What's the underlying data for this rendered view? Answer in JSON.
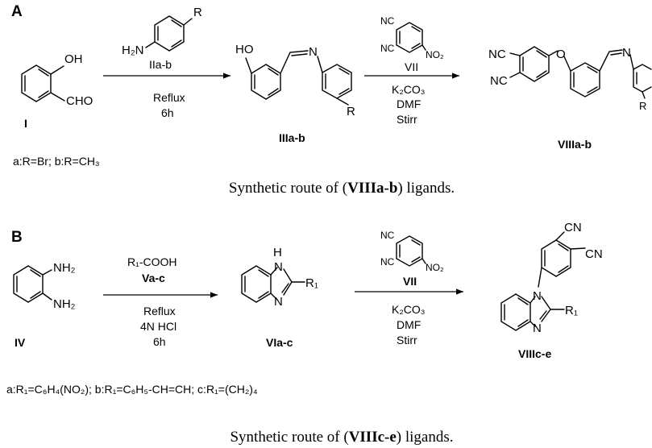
{
  "panel_a": {
    "label": "A",
    "compound_I": {
      "oh": "OH",
      "cho": "CHO",
      "id": "I"
    },
    "reagent_IIa_b": {
      "r": "R",
      "h2n": "H₂N",
      "id": "IIa-b"
    },
    "step1": {
      "cond1": "Reflux",
      "cond2": "6h"
    },
    "compound_IIIa_b": {
      "ho": "HO",
      "n": "N",
      "r": "R",
      "id": "IIIa-b"
    },
    "reagent_VII": {
      "nc1": "NC",
      "nc2": "NC",
      "no2": "NO₂",
      "id": "VII"
    },
    "step2": {
      "cond1": "K₂CO₃",
      "cond2": "DMF",
      "cond3": "Stirr"
    },
    "compound_VIIIa_b": {
      "nc1": "NC",
      "nc2": "NC",
      "o": "O",
      "n": "N",
      "r": "R",
      "id": "VIIIa-b"
    },
    "substituents": "a:R=Br; b:R=CH₃",
    "caption_pre": "Synthetic route of (",
    "caption_bold": "VIIIa-b",
    "caption_post": ") ligands."
  },
  "panel_b": {
    "label": "B",
    "compound_IV": {
      "nh2_top": "NH₂",
      "nh2_bottom": "NH₂",
      "id": "IV"
    },
    "step1": {
      "reagent": "R₁-COOH",
      "reagent_id": "Va-c",
      "cond1": "Reflux",
      "cond2": "4N HCl",
      "cond3": "6h"
    },
    "compound_VIa_c": {
      "h": "H",
      "n_top": "N",
      "n_bottom": "N",
      "r1": "R₁",
      "id": "VIa-c"
    },
    "reagent_VII": {
      "nc1": "NC",
      "nc2": "NC",
      "no2": "NO₂",
      "id": "VII"
    },
    "step2": {
      "cond1": "K₂CO₃",
      "cond2": "DMF",
      "cond3": "Stirr"
    },
    "compound_VIIIc_e": {
      "cn1": "CN",
      "cn2": "CN",
      "n_top": "N",
      "n_bottom": "N",
      "r1": "R₁",
      "id": "VIIIc-e"
    },
    "substituents": "a:R₁=C₆H₄(NO₂); b:R₁=C₆H₅-CH=CH; c:R₁=(CH₂)₄",
    "caption_pre": "Synthetic route of (",
    "caption_bold": "VIIIc-e",
    "caption_post": ") ligands."
  }
}
